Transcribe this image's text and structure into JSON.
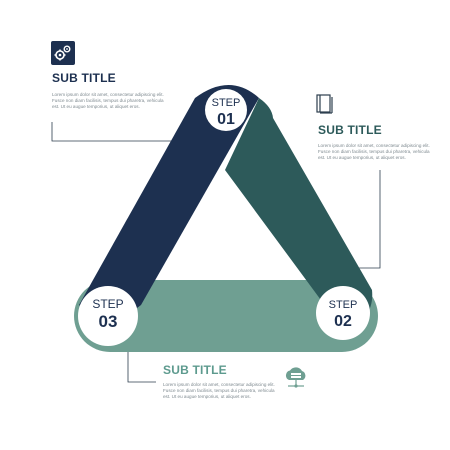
{
  "colors": {
    "navy": "#1d3050",
    "teal": "#2d5a5a",
    "sage": "#6f9f92",
    "white": "#ffffff",
    "connector": "#2d3e4e",
    "body_text": "#7f8a90"
  },
  "steps": [
    {
      "label": "STEP",
      "number": "01"
    },
    {
      "label": "STEP",
      "number": "02"
    },
    {
      "label": "STEP",
      "number": "03"
    }
  ],
  "blocks": [
    {
      "title": "SUB TITLE",
      "icon": "gears-icon",
      "lines": [
        "Lorem ipsum dolor sit amet, consectetur adipiscing elit.",
        "Fusce non diam facilisis, tempus dui pharetra, vehicula",
        "est. Ut eu augue temporius, ut aliquet eros."
      ]
    },
    {
      "title": "SUB TITLE",
      "icon": "book-icon",
      "lines": [
        "Lorem ipsum dolor sit amet, consectetur adipiscing elit.",
        "Fusce non diam facilisis, tempus dui pharetra, vehicula",
        "est. Ut eu augue temporius, ut aliquet eros."
      ]
    },
    {
      "title": "SUB TITLE",
      "icon": "cloud-server-icon",
      "lines": [
        "Lorem ipsum dolor sit amet, consectetur adipiscing elit.",
        "Fusce non diam facilisis, tempus dui pharetra, vehicula",
        "est. Ut eu augue temporius, ut aliquet eros."
      ]
    }
  ]
}
